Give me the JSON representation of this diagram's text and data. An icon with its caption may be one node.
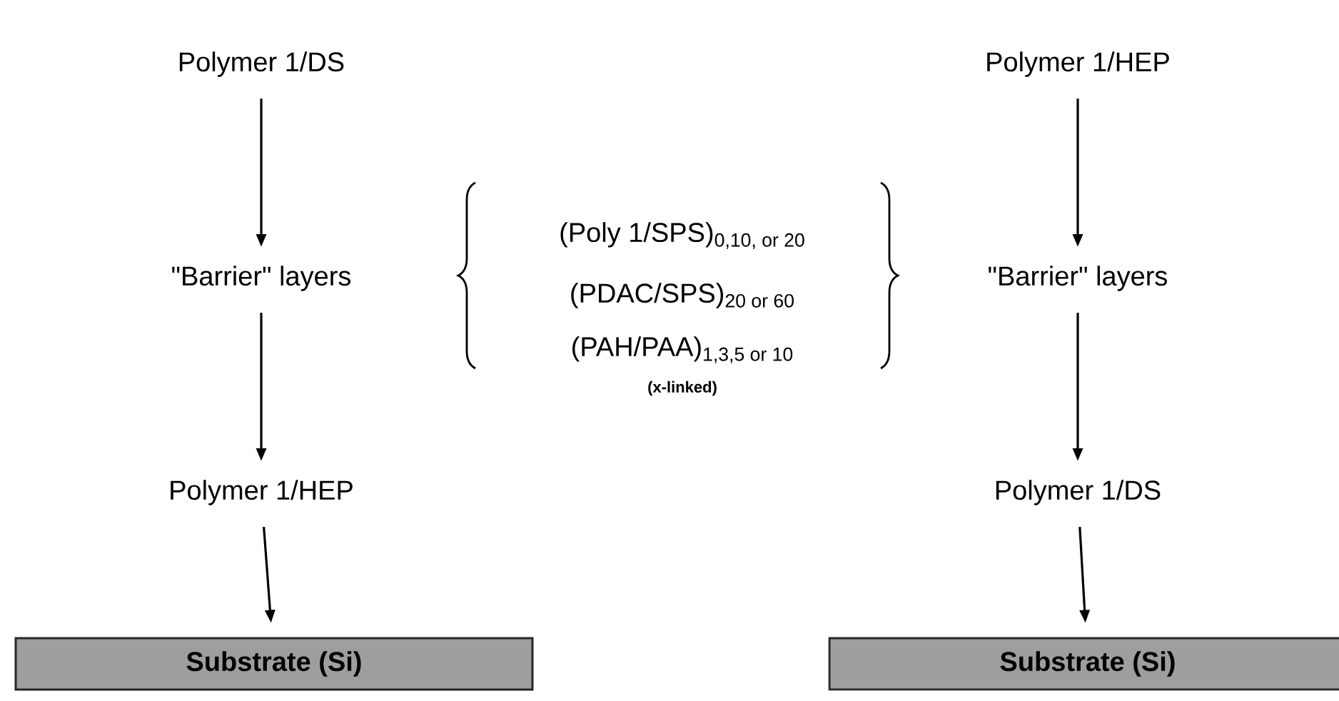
{
  "diagram": {
    "nodes": [
      {
        "text": [
          "Polymer 1/DS"
        ]
      },
      {
        "text": [
          "\"Barrier\" layers"
        ]
      },
      {
        "text": [
          "Polymer 1/HEP"
        ]
      },
      {
        "text": [
          "Substrate (Si)"
        ]
      },
      {
        "text": [
          "Polymer 1/HEP"
        ]
      },
      {
        "text": [
          "\"Barrier\" layers"
        ]
      },
      {
        "text": [
          "Polymer 1/DS"
        ]
      },
      {
        "text": [
          "Substrate (Si)"
        ]
      }
    ],
    "edges": [
      {
        "from": 0,
        "to": 1,
        "arrow": "to"
      },
      {
        "from": 1,
        "to": 2,
        "arrow": "to"
      },
      {
        "from": 2,
        "to": 3,
        "arrow": "to"
      },
      {
        "from": 4,
        "to": 5,
        "arrow": "to"
      },
      {
        "from": 5,
        "to": 6,
        "arrow": "to"
      },
      {
        "from": 6,
        "to": 7,
        "arrow": "to"
      }
    ],
    "labels": [
      "(Poly 1/SPS)$_{0,10, or 20}$",
      "(PDAC/SPS)$_{20 or 60}$",
      "(PAH/PAA)$_{1,3,5 or 10}$",
      "(x-linked)"
    ]
  }
}
